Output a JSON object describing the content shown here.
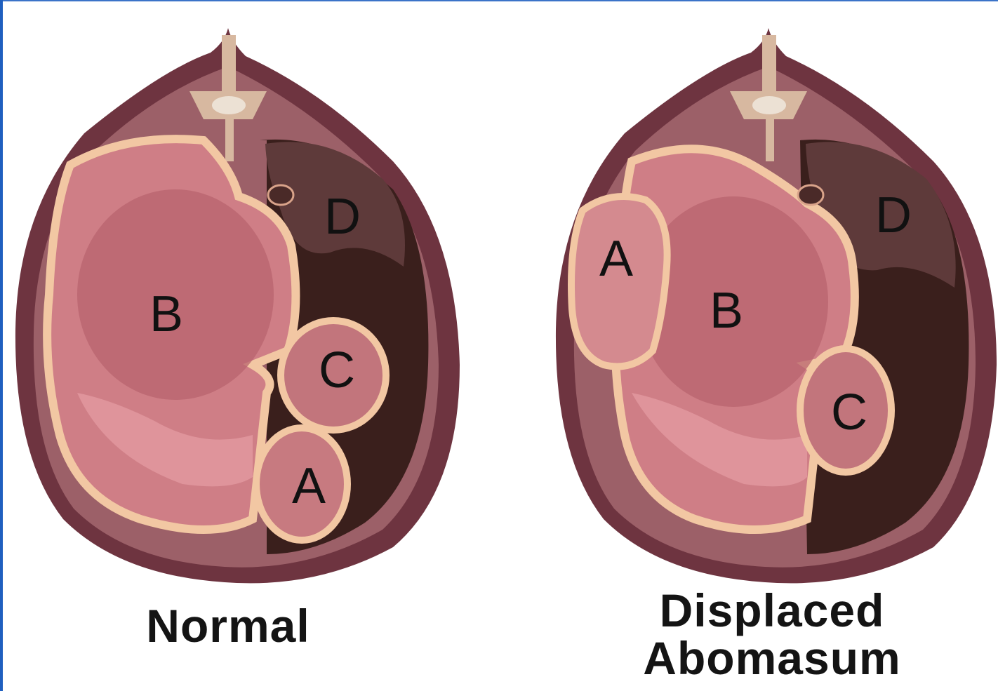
{
  "panels": {
    "normal": {
      "caption": "Normal",
      "labels": {
        "a": "A",
        "b": "B",
        "c": "C",
        "d": "D"
      }
    },
    "displaced": {
      "caption_line1": "Displaced",
      "caption_line2": "Abomasum",
      "labels": {
        "a": "A",
        "b": "B",
        "c": "C",
        "d": "D"
      }
    }
  },
  "colors": {
    "skin": "#6e3440",
    "body_wall": "#9c6068",
    "membrane": "#f2c7a3",
    "rumen": "#cf7e86",
    "rumen_core": "#b8646e",
    "rumen_light": "#e29aa0",
    "dark_cavity": "#3a1f1c",
    "d_region": "#5e3a3a",
    "frame": "#1f5fbf"
  }
}
